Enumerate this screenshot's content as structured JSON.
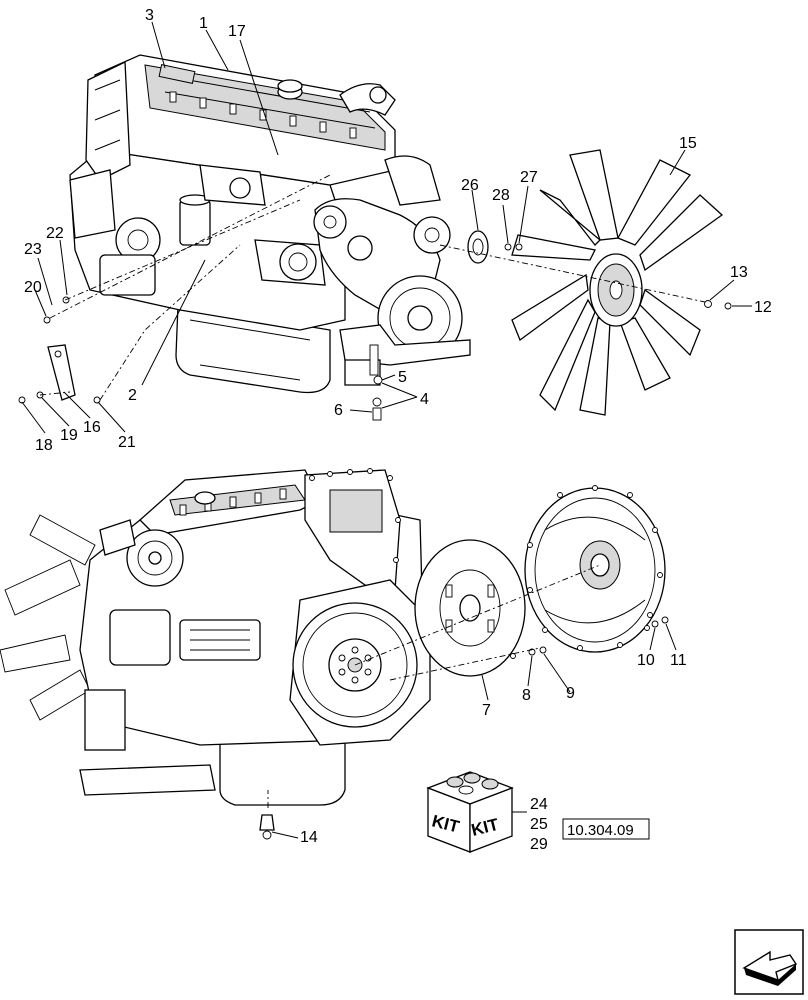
{
  "callouts": {
    "c1": "1",
    "c2": "2",
    "c3": "3",
    "c4": "4",
    "c5": "5",
    "c6": "6",
    "c7": "7",
    "c8": "8",
    "c9": "9",
    "c10": "10",
    "c11": "11",
    "c12": "12",
    "c13": "13",
    "c14": "14",
    "c15": "15",
    "c16": "16",
    "c17": "17",
    "c18": "18",
    "c19": "19",
    "c20": "20",
    "c21": "21",
    "c22": "22",
    "c23": "23",
    "c24": "24",
    "c25": "25",
    "c26": "26",
    "c27": "27",
    "c28": "28",
    "c29": "29"
  },
  "kit": {
    "label_left": "KIT",
    "label_right": "KIT"
  },
  "reference": {
    "code": "10.304.09"
  },
  "nav": {
    "icon": "next-page-arrow-icon"
  }
}
